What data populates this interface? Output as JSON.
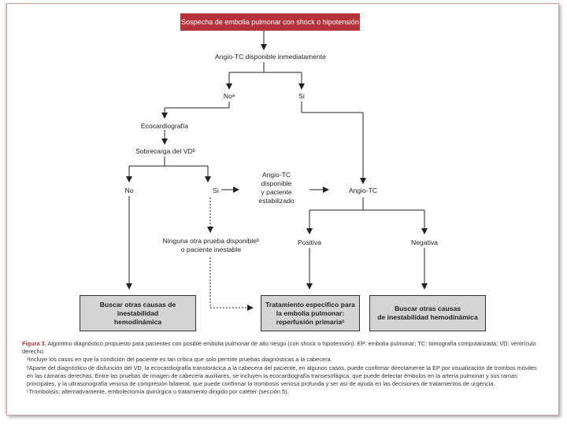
{
  "diagram": {
    "top": "Sospecha de embolia pulmonar con shock o hipotensión",
    "angio_tc_disponible": "Angio-TC disponible inmediatamente",
    "no_a": "Noᵃ",
    "si_1": "Si",
    "ecocardiografia": "Ecocardiografía",
    "sobrecarga": "Sobrecarga del VDᵇ",
    "no_2": "No",
    "si_2": "Si",
    "angio_stab_l1": "Angio-TC",
    "angio_stab_l2": "disponible",
    "angio_stab_l3": "y paciente",
    "angio_stab_l4": "estabilizado",
    "angio_tc": "Angio-TC",
    "ninguna_l1": "Ninguna otra prueba disponibleᵇ",
    "ninguna_l2": "o paciente inestable",
    "positiva": "Positiva",
    "negativa": "Negativa",
    "box_left_l1": "Buscar otras causas de inestabilidad",
    "box_left_l2": "hemodinámica",
    "box_mid_l1": "Tratamiento específico para",
    "box_mid_l2": "la embolia pulmonar:",
    "box_mid_l3": "reperfusión primariaᶜ",
    "box_right_l1": "Buscar otras causas",
    "box_right_l2": "de inestabilidad hemodinámica"
  },
  "caption": {
    "fig_label": "Figura 3.",
    "text": " Algoritmo diagnóstico propuesto para pacientes con posible embolia pulmonar de alto riesgo (con shock o hipotensión). EP: embolia pulmonar; TC: tomografía computarizada; VD: ventrículo derecho.",
    "note_a": "ᵃIncluye los casos en que la condición del paciente es tan crítica que solo permite pruebas diagnósticas a la cabecera.",
    "note_b": "ᵇAparte del diagnóstico de disfunción del VD, la ecocardiografía transtorácica a la cabecera del paciente, en algunos casos, puede confirmar directamente la EP por visualización de trombos móviles en las cámaras derechas. Entre las pruebas de imagen de cabecera auxiliares, se incluyen la ecocardiografía transesofágica, que puede detectar émbolos en la arteria pulmonar y sus ramas principales, y la ultrasonografía venosa de compresión bilateral, que puede confirmar la trombosis venosa profunda y ser así de ayuda en las decisiones de tratamientos de urgencia.",
    "note_c": "ᶜTrombolisis; alternativamente, embolectomía quirúrgica o tratamiento dirigido por catéter (sección 5)."
  }
}
